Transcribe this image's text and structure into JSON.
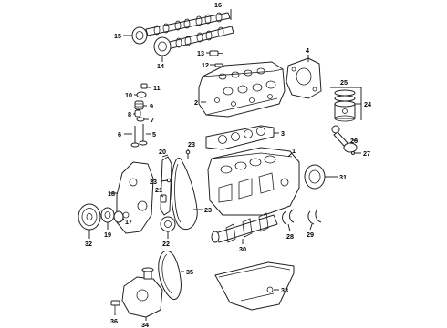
{
  "callouts": {
    "c1": "1",
    "c2": "2",
    "c3": "3",
    "c4": "4",
    "c5": "5",
    "c6": "6",
    "c7": "7",
    "c8": "8",
    "c9": "9",
    "c10": "10",
    "c11": "11",
    "c12": "12",
    "c13": "13",
    "c14": "14",
    "c15": "15",
    "c16": "16",
    "c17": "17",
    "c18": "18",
    "c19": "19",
    "c20": "20",
    "c21": "21",
    "c22": "22",
    "c23a": "23",
    "c23b": "23",
    "c23c": "23",
    "c24": "24",
    "c25": "25",
    "c26": "26",
    "c27": "27",
    "c28": "28",
    "c29": "29",
    "c30": "30",
    "c31": "31",
    "c32": "32",
    "c33": "33",
    "c34": "34",
    "c35": "35",
    "c36": "36"
  }
}
